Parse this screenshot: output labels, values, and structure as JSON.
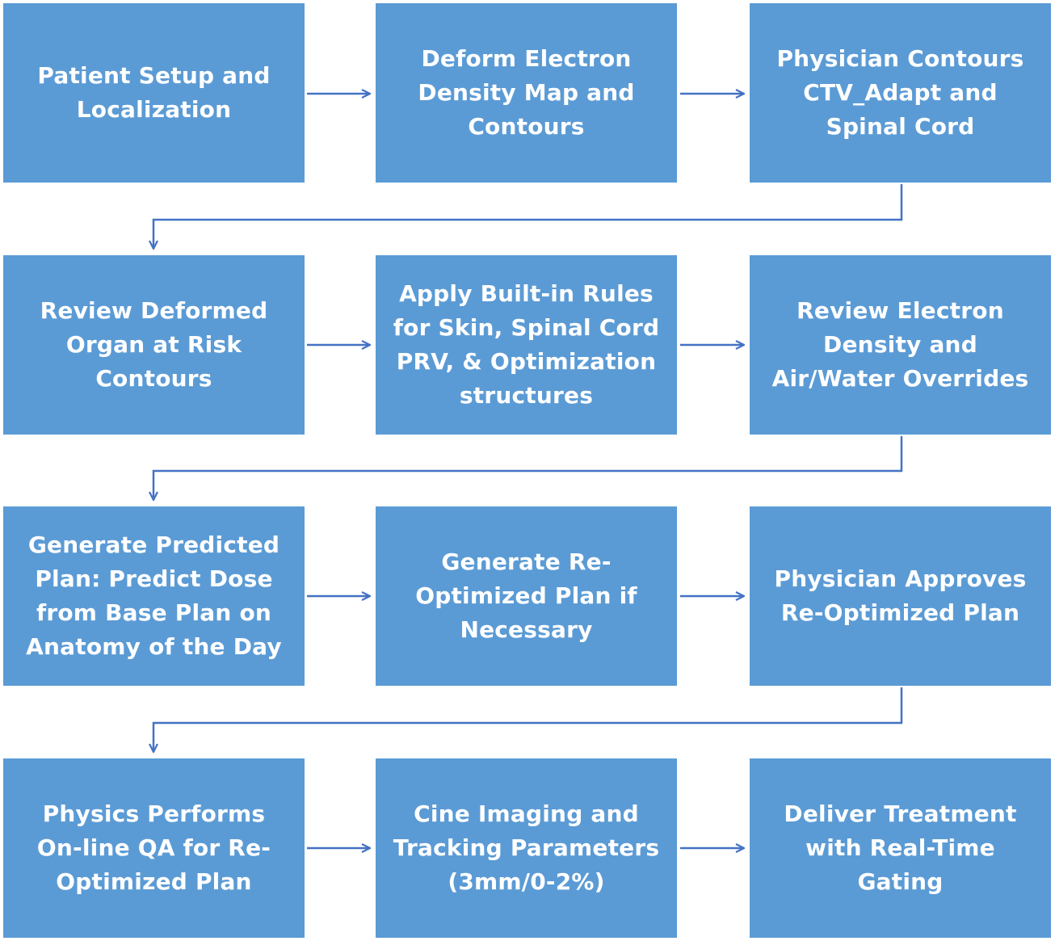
{
  "colors": {
    "box_fill": "#5b9bd5",
    "box_text": "#ffffff",
    "arrow": "#4472c4"
  },
  "steps": [
    [
      "Patient Setup and\nLocalization",
      "Deform Electron\nDensity Map and\nContours",
      "Physician Contours\nCTV_Adapt and\nSpinal Cord"
    ],
    [
      "Review Deformed\nOrgan at Risk\nContours",
      "Apply Built-in Rules\nfor Skin, Spinal Cord\nPRV, & Optimization\nstructures",
      "Review Electron\nDensity and\nAir/Water Overrides"
    ],
    [
      "Generate Predicted\nPlan: Predict Dose\nfrom Base Plan on\nAnatomy of the Day",
      "Generate Re-\nOptimized Plan if\nNecessary",
      "Physician Approves\nRe-Optimized Plan"
    ],
    [
      "Physics Performs\nOn-line QA for Re-\nOptimized Plan",
      "Cine Imaging and\nTracking Parameters\n(3mm/0-2%)",
      "Deliver Treatment\nwith Real-Time\nGating"
    ]
  ]
}
